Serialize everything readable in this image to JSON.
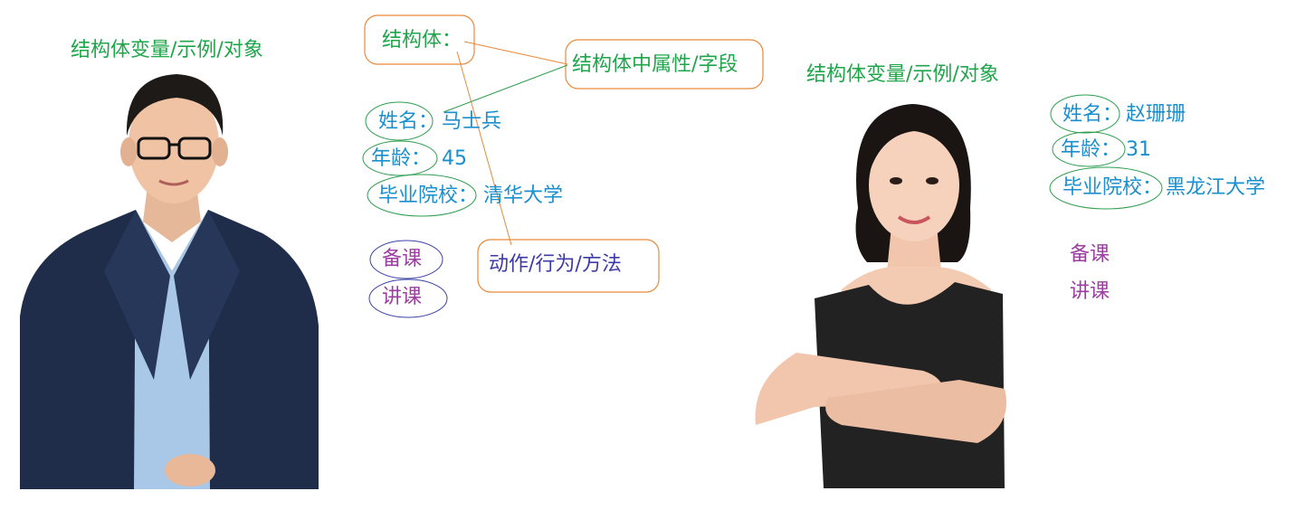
{
  "left": {
    "title": "结构体变量/示例/对象",
    "fields": [
      {
        "label": "姓名：",
        "value": "马士兵"
      },
      {
        "label": "年龄：",
        "value": "45"
      },
      {
        "label": "毕业院校：",
        "value": "清华大学"
      }
    ],
    "methods": [
      "备课",
      "讲课"
    ]
  },
  "struct": {
    "title": "结构体：",
    "attr_note": "结构体中属性/字段",
    "method_note": "动作/行为/方法"
  },
  "right": {
    "title": "结构体变量/示例/对象",
    "fields": [
      {
        "label": "姓名：",
        "value": "赵珊珊"
      },
      {
        "label": "年龄：",
        "value": "31"
      },
      {
        "label": "毕业院校：",
        "value": "黑龙江大学"
      }
    ],
    "methods": [
      "备课",
      "讲课"
    ]
  },
  "colors": {
    "green_text": "#1fa64a",
    "blue_text": "#1a8fd0",
    "purple_text": "#9b3fa0",
    "box_orange": "#e9893a",
    "ellipse_green": "#2e9e4f",
    "ellipse_blue": "#3b43a5"
  },
  "icons": [
    "man-portrait-photo",
    "woman-portrait-photo"
  ]
}
